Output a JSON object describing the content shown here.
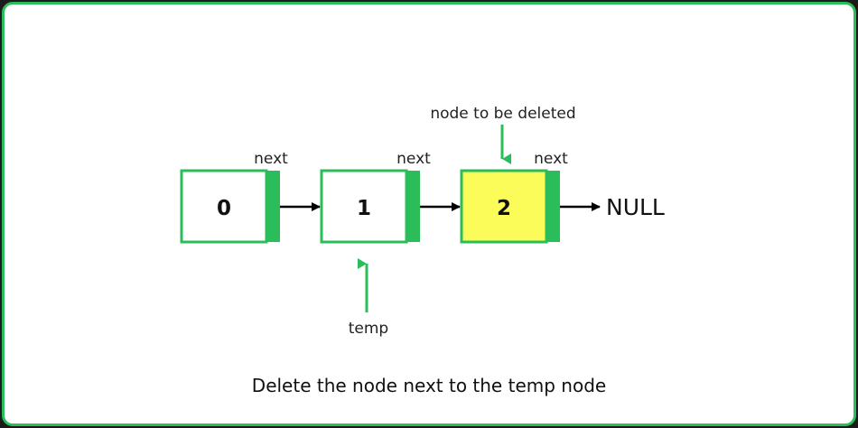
{
  "nodes": [
    {
      "value": "0",
      "next_label": "next",
      "highlighted": false
    },
    {
      "value": "1",
      "next_label": "next",
      "highlighted": false
    },
    {
      "value": "2",
      "next_label": "next",
      "highlighted": true
    }
  ],
  "null_label": "NULL",
  "pointer_target_label": "node to be deleted",
  "pointer_temp_label": "temp",
  "caption": "Delete the node next to the temp node",
  "colors": {
    "border": "#2bbd5a",
    "next_field": "#2bbd5a",
    "highlight_fill": "#fbfc5a",
    "pointer_arrow": "#2bbd5a",
    "link_arrow": "#000000"
  }
}
